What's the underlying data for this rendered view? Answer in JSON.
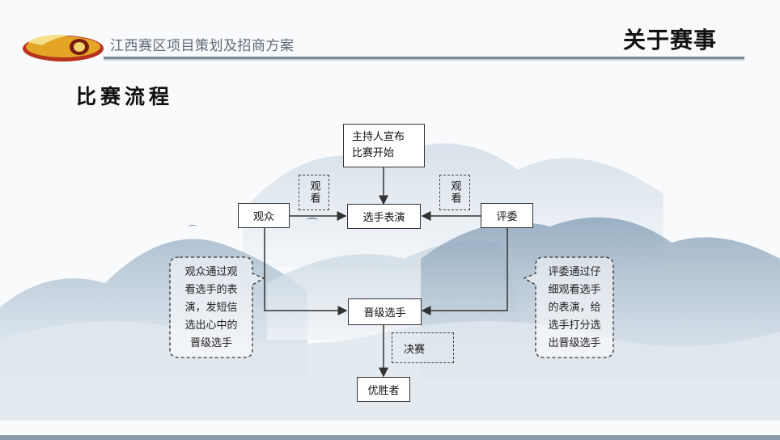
{
  "header": {
    "subtitle": "江西赛区项目策划及招商方案",
    "title": "关于赛事"
  },
  "section": {
    "title": "比赛流程"
  },
  "diagram": {
    "nodes": {
      "host": {
        "line1": "主持人宣布",
        "line2": "比赛开始"
      },
      "audience": "观众",
      "perform": "选手表演",
      "judges": "评委",
      "advance": "晋级选手",
      "winner": "优胜者"
    },
    "tags": {
      "watch_left": "观看",
      "watch_right": "观看",
      "final": "决赛"
    },
    "notes": {
      "audience": [
        "观众通过观",
        "看选手的表",
        "演，发短信",
        "选出心中的",
        "晋级选手"
      ],
      "judges": [
        "评委通过仔",
        "细观看选手",
        "的表演，给",
        "选手打分选",
        "出晋级选手"
      ]
    }
  },
  "colors": {
    "mountain_dark": "#8fa8bd",
    "mountain_light": "#c9d7e3",
    "line": "#333333"
  }
}
